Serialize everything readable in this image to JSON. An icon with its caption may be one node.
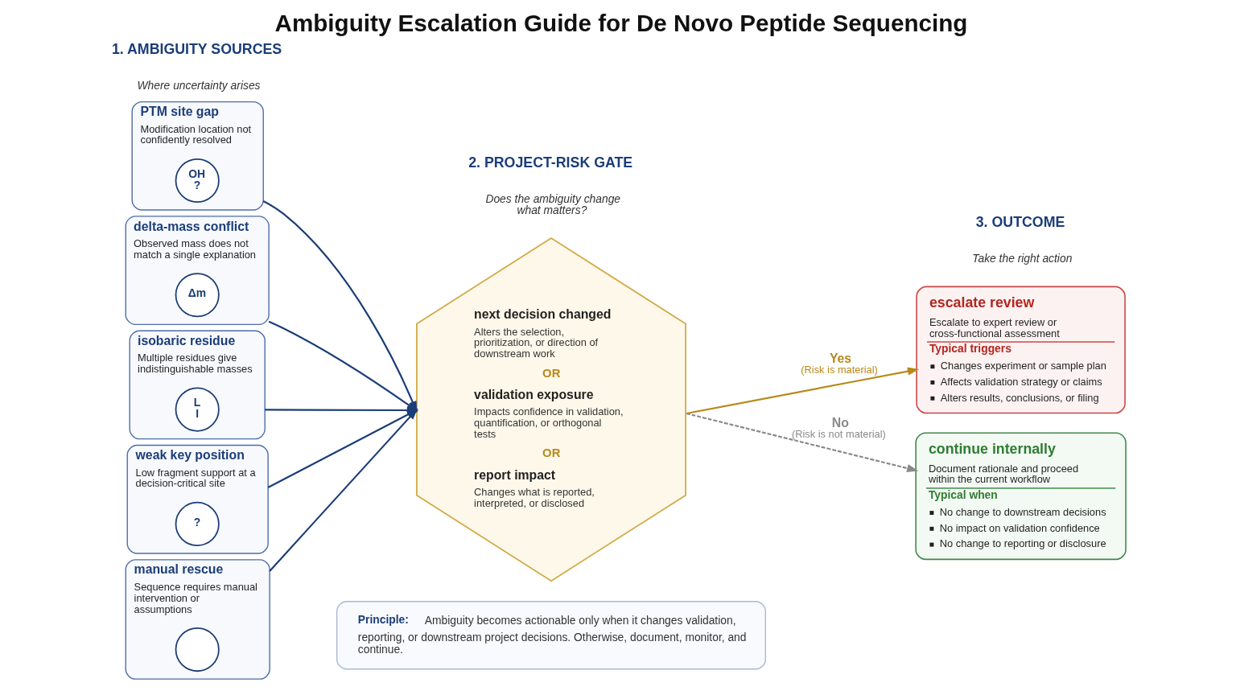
{
  "diagram": {
    "title": "Ambiguity Escalation Guide for De Novo Peptide Sequencing",
    "nodes": [
      {
        "text": [
          "PTM site gap",
          "Modification location not confidently resolved"
        ]
      },
      {
        "text": [
          "OH",
          "?"
        ],
        "in": 0
      },
      {
        "text": [
          "delta-mass conflict",
          "Observed mass does not match a single explanation"
        ]
      },
      {
        "text": [
          "Δm"
        ],
        "in": 2
      },
      {
        "text": [
          "isobaric residue",
          "Multiple residues give indistinguishable masses"
        ]
      },
      {
        "text": [
          "L",
          "I"
        ],
        "in": 4
      },
      {
        "text": [
          "weak key position",
          "Low fragment support at a decision-critical site"
        ]
      },
      {
        "text": [
          "?"
        ],
        "in": 6
      },
      {
        "text": [
          "manual rescue",
          "Sequence requires manual intervention or assumptions"
        ]
      },
      {
        "text": [],
        "shape": "circle",
        "in": 8
      },
      {
        "text": [
          "next decision changed",
          "Alters the selection, prioritization, or direction of downstream work",
          "OR",
          "validation exposure",
          "Impacts confidence in validation, quantification, or orthogonal tests",
          "OR",
          "report impact",
          "Changes what is reported, interpreted, or disclosed"
        ]
      },
      {
        "text": [
          "escalate review",
          "Escalate to expert review or cross-functional assessment",
          "Typical triggers",
          "Changes experiment or sample plan",
          "Affects validation strategy or claims",
          "Alters results, conclusions, or filing"
        ]
      },
      {
        "text": [
          "continue internally",
          "Document rationale and proceed within the current workflow",
          "Typical when",
          "No change to downstream decisions",
          "No impact on validation confidence",
          "No change to reporting or disclosure"
        ]
      },
      {
        "text": [
          "**Principle:** Ambiguity becomes actionable only when it changes validation, reporting, or downstream project decisions. Otherwise, document, monitor, and continue."
        ]
      }
    ],
    "edges": [
      {
        "from": 0,
        "to": 10,
        "arrow": "to"
      },
      {
        "from": 2,
        "to": 10,
        "arrow": "to"
      },
      {
        "from": 4,
        "to": 10,
        "arrow": "to"
      },
      {
        "from": 6,
        "to": 10,
        "arrow": "to"
      },
      {
        "from": 8,
        "to": 10,
        "arrow": "to"
      },
      {
        "from": 10,
        "to": 11,
        "arrow": "to",
        "label": "Yes (Risk is material)",
        "color": "#b8891a"
      },
      {
        "from": 10,
        "to": 12,
        "arrow": "to",
        "label": "No (Risk is not material)",
        "style": "dashed",
        "color": "#8a8a8a"
      }
    ],
    "labels": [
      "1. AMBIGUITY SOURCES",
      "Where uncertainty arises",
      "2. PROJECT-RISK GATE",
      "Does the ambiguity change what matters?",
      "3. OUTCOME",
      "Take the right action"
    ]
  }
}
